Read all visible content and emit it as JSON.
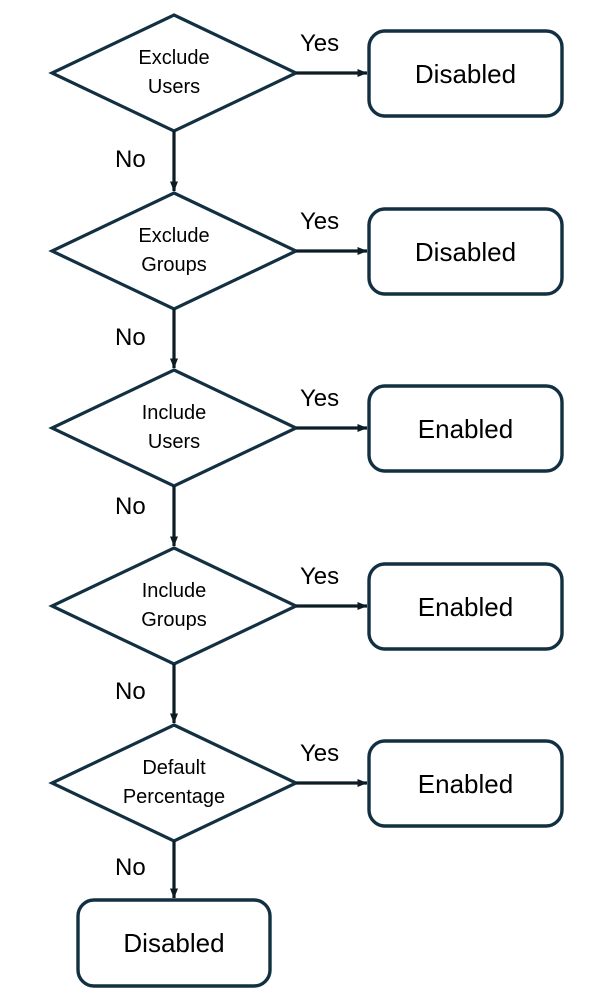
{
  "diagram": {
    "type": "flowchart",
    "title": "",
    "background_color": "#ffffff",
    "stroke_color": "#123041",
    "text_color": "#000000",
    "nodes": [
      {
        "id": "d1",
        "shape": "diamond",
        "line1": "Exclude",
        "line2": "Users"
      },
      {
        "id": "o1",
        "shape": "rounded-rect",
        "label": "Disabled"
      },
      {
        "id": "d2",
        "shape": "diamond",
        "line1": "Exclude",
        "line2": "Groups"
      },
      {
        "id": "o2",
        "shape": "rounded-rect",
        "label": "Disabled"
      },
      {
        "id": "d3",
        "shape": "diamond",
        "line1": "Include",
        "line2": "Users"
      },
      {
        "id": "o3",
        "shape": "rounded-rect",
        "label": "Enabled"
      },
      {
        "id": "d4",
        "shape": "diamond",
        "line1": "Include",
        "line2": "Groups"
      },
      {
        "id": "o4",
        "shape": "rounded-rect",
        "label": "Enabled"
      },
      {
        "id": "d5",
        "shape": "diamond",
        "line1": "Default",
        "line2": "Percentage"
      },
      {
        "id": "o5",
        "shape": "rounded-rect",
        "label": "Enabled"
      },
      {
        "id": "o6",
        "shape": "rounded-rect",
        "label": "Disabled"
      }
    ],
    "edges": [
      {
        "from": "d1",
        "to": "o1",
        "label": "Yes"
      },
      {
        "from": "d1",
        "to": "d2",
        "label": "No"
      },
      {
        "from": "d2",
        "to": "o2",
        "label": "Yes"
      },
      {
        "from": "d2",
        "to": "d3",
        "label": "No"
      },
      {
        "from": "d3",
        "to": "o3",
        "label": "Yes"
      },
      {
        "from": "d3",
        "to": "d4",
        "label": "No"
      },
      {
        "from": "d4",
        "to": "o4",
        "label": "Yes"
      },
      {
        "from": "d4",
        "to": "d5",
        "label": "No"
      },
      {
        "from": "d5",
        "to": "o5",
        "label": "Yes"
      },
      {
        "from": "d5",
        "to": "o6",
        "label": "No"
      }
    ]
  }
}
